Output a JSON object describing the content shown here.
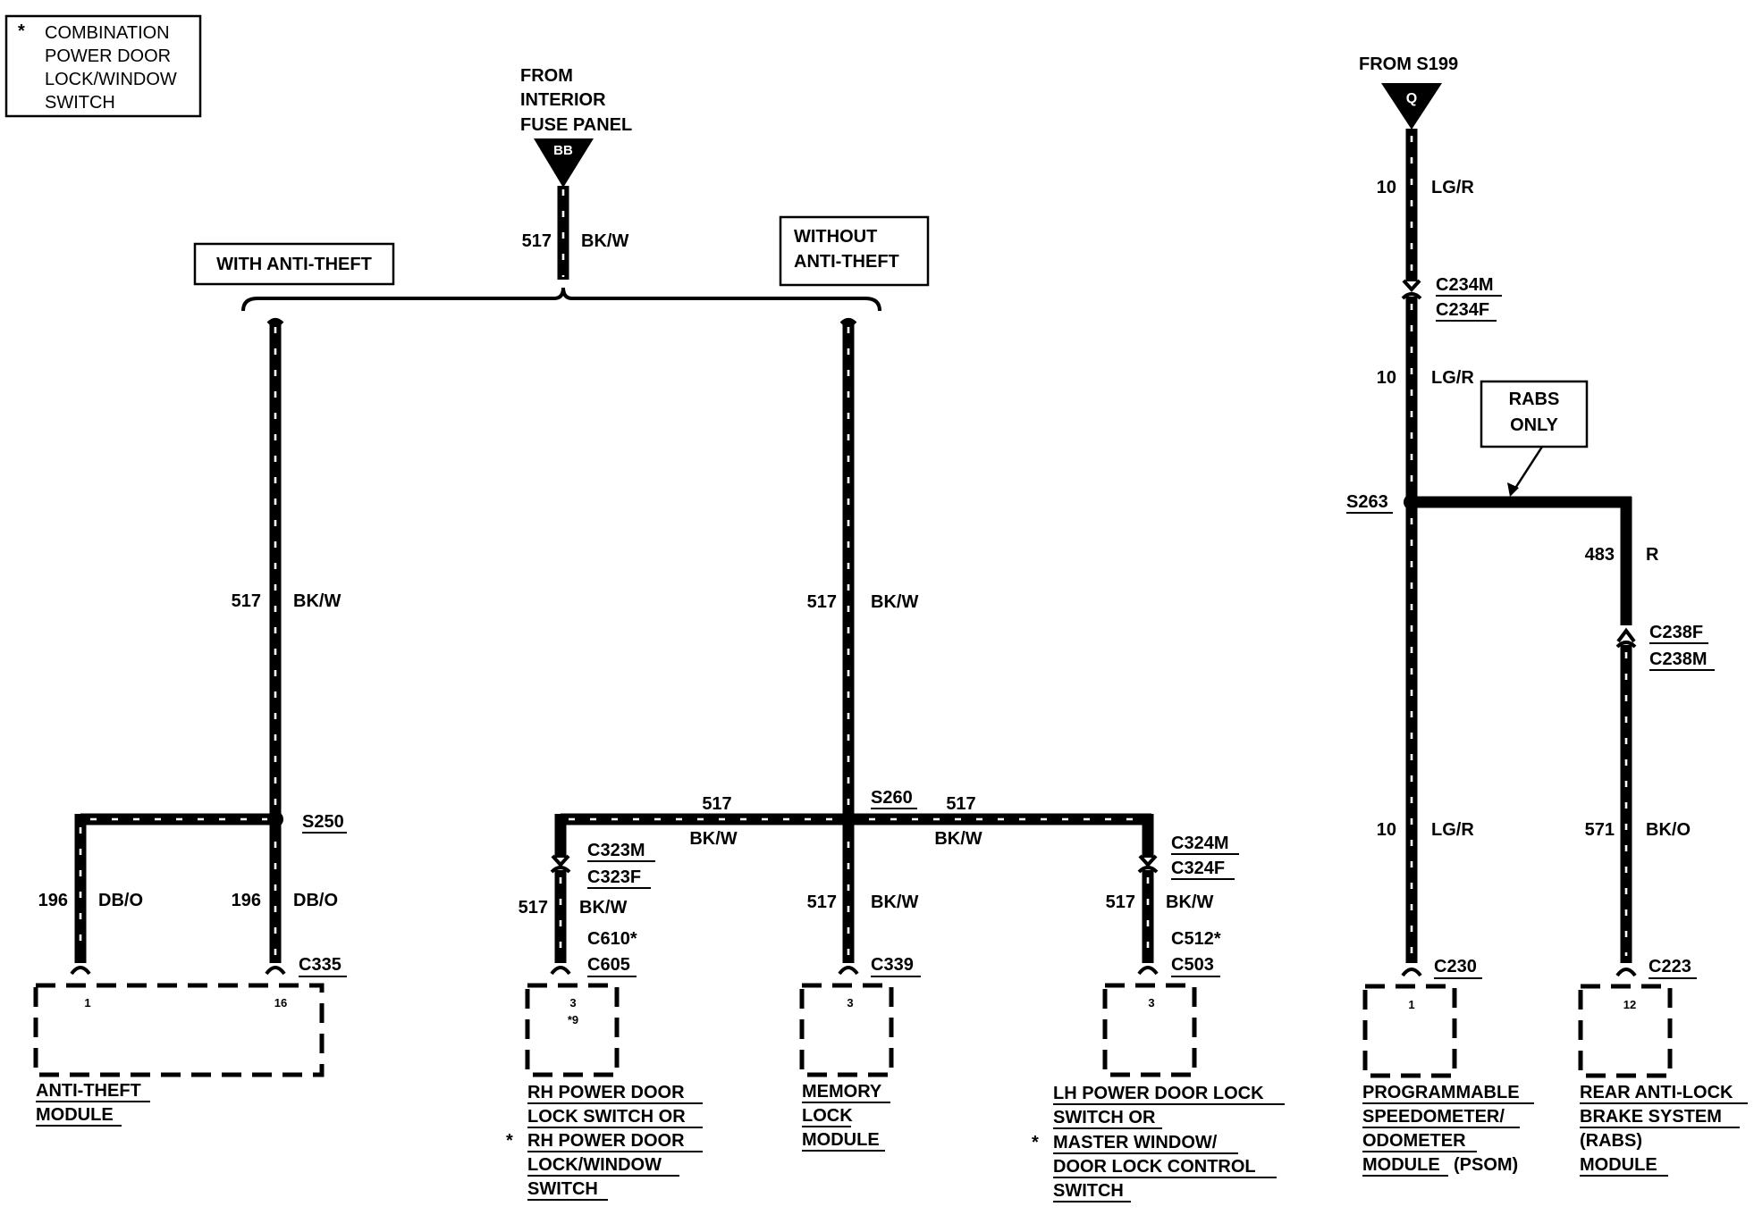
{
  "legend": {
    "mark": "*",
    "lines": [
      "COMBINATION",
      "POWER DOOR",
      "LOCK/WINDOW",
      "SWITCH"
    ]
  },
  "source_fuse": {
    "lines": [
      "FROM",
      "INTERIOR",
      "FUSE PANEL"
    ],
    "symbol": "BB"
  },
  "source_s199": {
    "label": "FROM S199",
    "symbol": "Q"
  },
  "options": {
    "with": "WITH ANTI-THEFT",
    "without": [
      "WITHOUT",
      "ANTI-THEFT"
    ],
    "rabs": [
      "RABS",
      "ONLY"
    ]
  },
  "splices": {
    "s250": "S250",
    "s260": "S260",
    "s263": "S263"
  },
  "wires": {
    "feed_num": "517",
    "feed_color": "BK/W",
    "left_num": "517",
    "left_color": "BK/W",
    "mid_num": "517",
    "mid_color": "BK/W",
    "db_left_num": "196",
    "db_left_color": "DB/O",
    "db_right_num": "196",
    "db_right_color": "DB/O",
    "bus_l_num": "517",
    "bus_l_color": "BK/W",
    "bus_r_num": "517",
    "bus_r_color": "BK/W",
    "rh_num": "517",
    "rh_color": "BK/W",
    "mem_num": "517",
    "mem_color": "BK/W",
    "lh_num": "517",
    "lh_color": "BK/W",
    "lgr_top_num": "10",
    "lgr_top_color": "LG/R",
    "lgr_mid_num": "10",
    "lgr_mid_color": "LG/R",
    "lgr_bot_num": "10",
    "lgr_bot_color": "LG/R",
    "r_num": "483",
    "r_color": "R",
    "bko_num": "571",
    "bko_color": "BK/O"
  },
  "connectors": {
    "c234m": "C234M",
    "c234f": "C234F",
    "c323m": "C323M",
    "c323f": "C323F",
    "c324m": "C324M",
    "c324f": "C324F",
    "c610": "C610*",
    "c605": "C605",
    "c512": "C512*",
    "c503": "C503",
    "c238f": "C238F",
    "c238m": "C238M",
    "c335": "C335",
    "c339": "C339",
    "c230": "C230",
    "c223": "C223"
  },
  "components": {
    "anti_theft": {
      "pins": [
        "1",
        "16"
      ],
      "lines": [
        "ANTI-THEFT",
        "MODULE"
      ]
    },
    "rh_switch": {
      "pins": [
        "3",
        "*9"
      ],
      "lines": [
        "RH POWER DOOR",
        "LOCK SWITCH OR",
        "RH POWER DOOR",
        "LOCK/WINDOW",
        "SWITCH"
      ],
      "star": "*"
    },
    "memory_lock": {
      "pins": [
        "3"
      ],
      "lines": [
        "MEMORY",
        "LOCK",
        "MODULE"
      ]
    },
    "lh_switch": {
      "pins": [
        "3"
      ],
      "lines": [
        "LH POWER DOOR LOCK",
        "SWITCH OR",
        "MASTER WINDOW/",
        "DOOR LOCK CONTROL",
        "SWITCH"
      ],
      "star": "*"
    },
    "psom": {
      "pins": [
        "1"
      ],
      "lines": [
        "PROGRAMMABLE",
        "SPEEDOMETER/",
        "ODOMETER",
        "MODULE"
      ],
      "suffix": "(PSOM)"
    },
    "rabs": {
      "pins": [
        "12"
      ],
      "lines": [
        "REAR ANTI-LOCK",
        "BRAKE SYSTEM",
        "(RABS)",
        "MODULE"
      ]
    }
  }
}
